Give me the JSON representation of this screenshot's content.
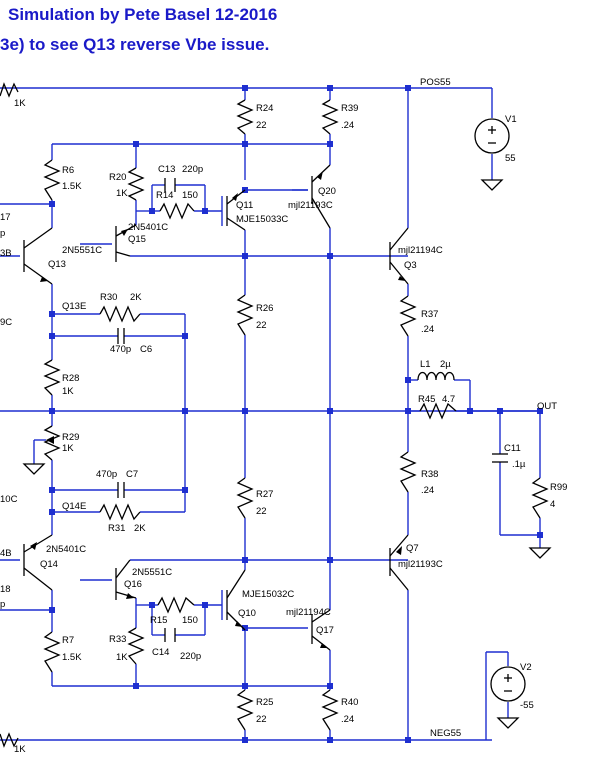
{
  "header": {
    "title": "Simulation by Pete Basel   12-2016",
    "subtitle": "3e) to see Q13 reverse Vbe issue."
  },
  "colors": {
    "wire": "#1e2fd0",
    "component": "#000000",
    "banner": "#1a1ac8",
    "background": "#ffffff"
  },
  "components": {
    "r_top_left": {
      "value": "1K"
    },
    "r_bot_left": {
      "value": "1K"
    },
    "r24": {
      "name": "R24",
      "value": "22"
    },
    "r39": {
      "name": "R39",
      "value": ".24"
    },
    "r6": {
      "name": "R6",
      "value": "1.5K"
    },
    "r20": {
      "name": "R20",
      "value": "1K"
    },
    "c13": {
      "name": "C13",
      "value": "220p"
    },
    "r14": {
      "name": "R14",
      "value": "150"
    },
    "q11": {
      "name": "Q11",
      "part": "MJE15033C"
    },
    "q20": {
      "name": "Q20",
      "part": "mjl21193C"
    },
    "q15": {
      "name": "Q15",
      "part": "2N5401C"
    },
    "q13": {
      "name": "Q13",
      "part": "2N5551C"
    },
    "q3": {
      "name": "Q3",
      "part": "mjl21194C"
    },
    "r26": {
      "name": "R26",
      "value": "22"
    },
    "r30": {
      "name": "R30",
      "value": "2K"
    },
    "q13e": {
      "name": "Q13E"
    },
    "c6": {
      "name": "C6",
      "value": "470p"
    },
    "r37": {
      "name": "R37",
      "value": ".24"
    },
    "l1": {
      "name": "L1",
      "value": "2µ"
    },
    "r45": {
      "name": "R45",
      "value": "4.7"
    },
    "r28": {
      "name": "R28",
      "value": "1K"
    },
    "r29": {
      "name": "R29",
      "value": "1K"
    },
    "c11": {
      "name": "C11",
      "value": ".1µ"
    },
    "r99": {
      "name": "R99",
      "value": "4"
    },
    "r38": {
      "name": "R38",
      "value": ".24"
    },
    "c7": {
      "name": "C7",
      "value": "470p"
    },
    "r27": {
      "name": "R27",
      "value": "22"
    },
    "q14e": {
      "name": "Q14E"
    },
    "r31": {
      "name": "R31",
      "value": "2K"
    },
    "q14": {
      "name": "Q14",
      "part": "2N5401C"
    },
    "q7": {
      "name": "Q7",
      "part": "mjl21193C"
    },
    "q16": {
      "name": "Q16",
      "part": "2N5551C"
    },
    "q10": {
      "name": "Q10",
      "part": "MJE15032C"
    },
    "r15": {
      "name": "R15",
      "value": "150"
    },
    "q17": {
      "name": "Q17",
      "part": "mjl21194C"
    },
    "r33": {
      "name": "R33",
      "value": "1K"
    },
    "c14": {
      "name": "C14",
      "value": "220p"
    },
    "r7": {
      "name": "R7",
      "value": "1.5K"
    },
    "r25": {
      "name": "R25",
      "value": "22"
    },
    "r40": {
      "name": "R40",
      "value": ".24"
    },
    "v1": {
      "name": "V1",
      "value": "55"
    },
    "v2": {
      "name": "V2",
      "value": "-55"
    }
  },
  "nets": {
    "pos": "POS55",
    "neg": "NEG55",
    "out": "OUT"
  },
  "edge_fragments": {
    "f17": "17",
    "fp1": "p",
    "f3b": "3B",
    "f9c": "9C",
    "f10c": "10C",
    "f4b": "4B",
    "f18": "18",
    "fp2": "p"
  }
}
